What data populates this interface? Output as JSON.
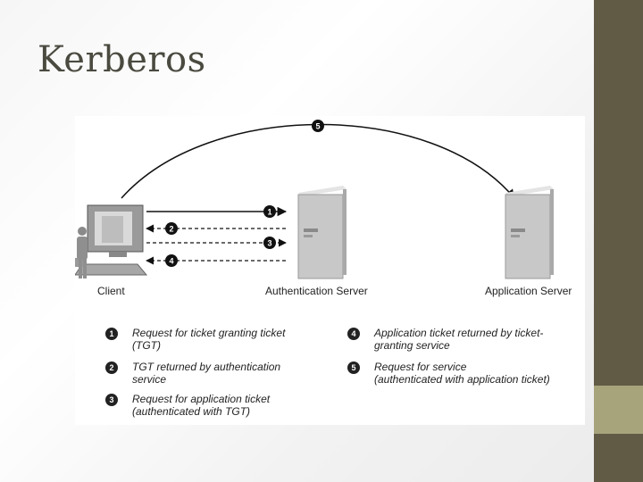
{
  "slide": {
    "title": "Kerberos"
  },
  "diagram": {
    "nodes": {
      "client": "Client",
      "auth_server": "Authentication Server",
      "app_server": "Application Server"
    },
    "arrows": [
      {
        "number": "1",
        "from": "client",
        "to": "auth_server",
        "style": "solid"
      },
      {
        "number": "2",
        "from": "auth_server",
        "to": "client",
        "style": "dashed"
      },
      {
        "number": "3",
        "from": "client",
        "to": "auth_server",
        "style": "solid"
      },
      {
        "number": "4",
        "from": "auth_server",
        "to": "client",
        "style": "dashed"
      },
      {
        "number": "5",
        "from": "client",
        "to": "app_server",
        "style": "curved"
      }
    ],
    "legend": [
      {
        "number": "1",
        "line1": "Request for ticket granting ticket",
        "line2": "(TGT)"
      },
      {
        "number": "2",
        "line1": "TGT returned by authentication",
        "line2": "service"
      },
      {
        "number": "3",
        "line1": "Request for application ticket",
        "line2": "(authenticated with TGT)"
      },
      {
        "number": "4",
        "line1": "Application ticket returned by ticket-",
        "line2": "granting service"
      },
      {
        "number": "5",
        "line1": "Request for service",
        "line2": "(authenticated with application ticket)"
      }
    ]
  },
  "colors": {
    "sidebar": "#615a45",
    "sidebar_accent": "#a7a37b",
    "title": "#4a4a40"
  }
}
